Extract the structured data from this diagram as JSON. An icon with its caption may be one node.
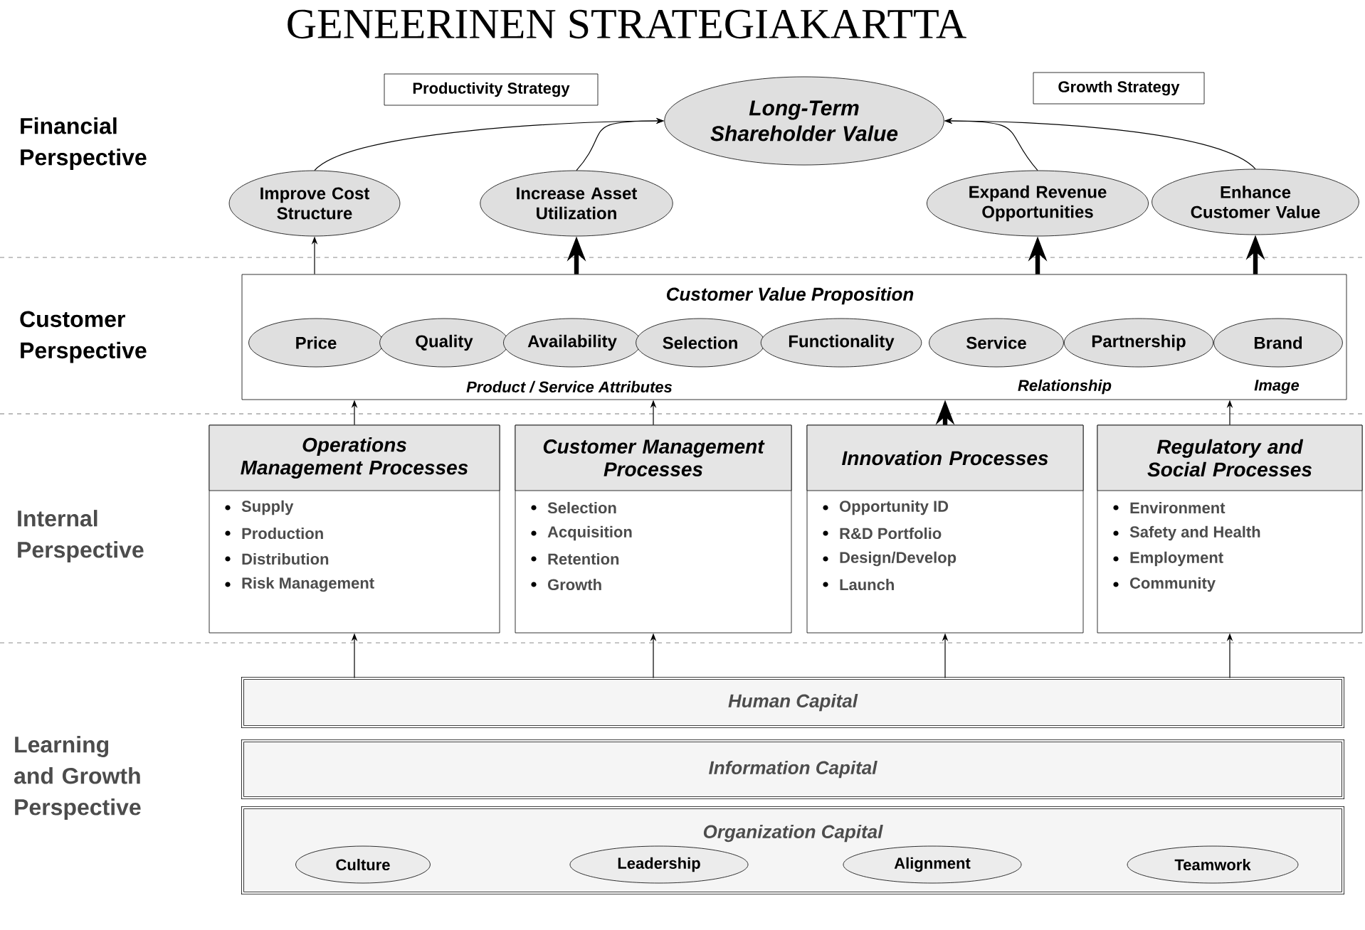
{
  "diagram": {
    "title": "GENEERINEN STRATEGIAKARTTA",
    "nodes": [
      {
        "text": [
          "Long-Term Shareholder Value"
        ]
      },
      {
        "text": [
          "Productivity Strategy"
        ]
      },
      {
        "text": [
          "Growth Strategy"
        ]
      },
      {
        "text": [
          "Improve Cost Structure"
        ]
      },
      {
        "text": [
          "Increase Asset Utilization"
        ]
      },
      {
        "text": [
          "Expand Revenue Opportunities"
        ]
      },
      {
        "text": [
          "Enhance Customer Value"
        ]
      },
      {
        "text": [
          "Customer Value Proposition",
          "Product / Service Attributes",
          "Relationship",
          "Image"
        ]
      },
      {
        "text": [
          "Price"
        ],
        "in": 7
      },
      {
        "text": [
          "Quality"
        ],
        "in": 7
      },
      {
        "text": [
          "Availability"
        ],
        "in": 7
      },
      {
        "text": [
          "Selection"
        ],
        "in": 7
      },
      {
        "text": [
          "Functionality"
        ],
        "in": 7
      },
      {
        "text": [
          "Service"
        ],
        "in": 7
      },
      {
        "text": [
          "Partnership"
        ],
        "in": 7
      },
      {
        "text": [
          "Brand"
        ],
        "in": 7
      },
      {
        "text": [
          "Operations Management Processes",
          "Supply",
          "Production",
          "Distribution",
          "Risk Management"
        ]
      },
      {
        "text": [
          "Customer Management Processes",
          "Selection",
          "Acquisition",
          "Retention",
          "Growth"
        ]
      },
      {
        "text": [
          "Innovation Processes",
          "Opportunity ID",
          "R&D Portfolio",
          "Design/Develop",
          "Launch"
        ]
      },
      {
        "text": [
          "Regulatory and Social Processes",
          "Environment",
          "Safety and Health",
          "Employment",
          "Community"
        ]
      },
      {
        "text": [
          "Human Capital"
        ]
      },
      {
        "text": [
          "Information Capital"
        ]
      },
      {
        "text": [
          "Organization Capital"
        ]
      },
      {
        "text": [
          "Culture"
        ],
        "in": 22
      },
      {
        "text": [
          "Leadership"
        ],
        "in": 22
      },
      {
        "text": [
          "Alignment"
        ],
        "in": 22
      },
      {
        "text": [
          "Teamwork"
        ],
        "in": 22
      }
    ],
    "edges": [
      {
        "from": 3,
        "to": 0,
        "arrow": "to"
      },
      {
        "from": 4,
        "to": 0,
        "arrow": "to"
      },
      {
        "from": 5,
        "to": 0,
        "arrow": "to"
      },
      {
        "from": 6,
        "to": 0,
        "arrow": "to"
      },
      {
        "from": 7,
        "to": 3,
        "arrow": "to"
      },
      {
        "from": 7,
        "to": 4,
        "arrow": "to",
        "style": "thick"
      },
      {
        "from": 7,
        "to": 5,
        "arrow": "to",
        "style": "thick"
      },
      {
        "from": 7,
        "to": 6,
        "arrow": "to",
        "style": "thick"
      },
      {
        "from": 16,
        "to": 7,
        "arrow": "to"
      },
      {
        "from": 17,
        "to": 7,
        "arrow": "to"
      },
      {
        "from": 18,
        "to": 7,
        "arrow": "to",
        "style": "thick"
      },
      {
        "from": 19,
        "to": 7,
        "arrow": "to"
      },
      {
        "from": 20,
        "to": 16,
        "arrow": "to"
      },
      {
        "from": 20,
        "to": 17,
        "arrow": "to"
      },
      {
        "from": 20,
        "to": 18,
        "arrow": "to"
      },
      {
        "from": 20,
        "to": 19,
        "arrow": "to"
      }
    ],
    "labels": [
      "Financial Perspective",
      "Customer Perspective",
      "Internal Perspective",
      "Learning and Growth Perspective"
    ]
  }
}
